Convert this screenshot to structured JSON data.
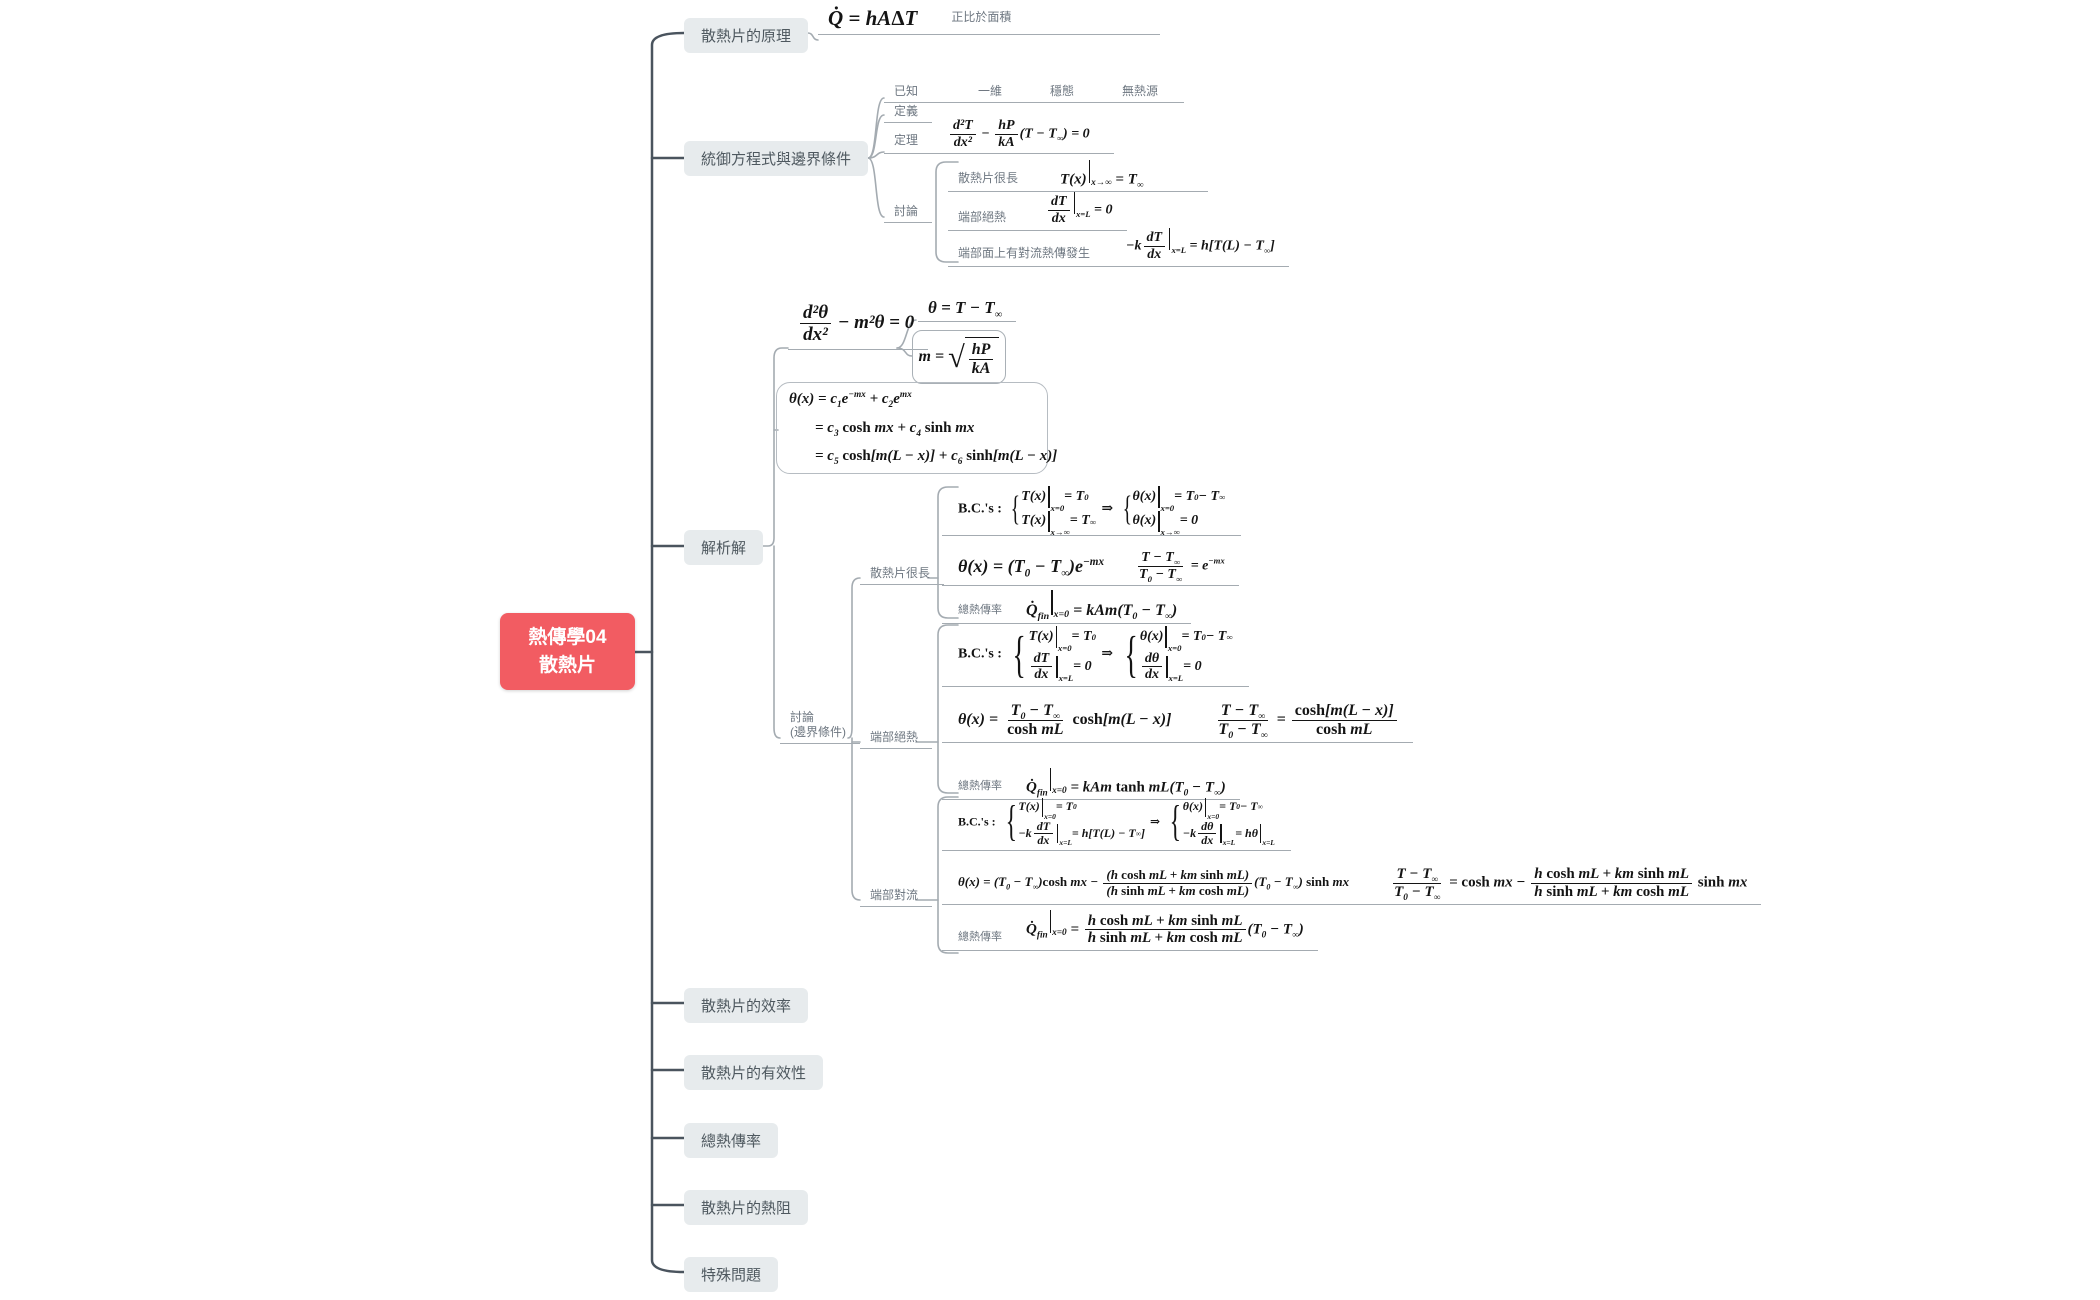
{
  "root": {
    "title_line1": "熱傳學04",
    "title_line2": "散熱片"
  },
  "colors": {
    "root_bg": "#f25c62",
    "topic_bg": "#e7ebed",
    "topic_text": "#4e585f",
    "trunk": "#4a545e",
    "sub_line": "#a4abb1",
    "sub_text": "#6e7781",
    "formula": "#141414"
  },
  "branches": {
    "principle": {
      "label": "散熱片的原理",
      "proportional": "正比於面積"
    },
    "governing": {
      "label": "統御方程式與邊界條件",
      "known": {
        "label": "已知",
        "items": [
          "一維",
          "穩態",
          "無熱源"
        ]
      },
      "definition": "定義",
      "theorem_label": "定理",
      "discussion_label": "討論",
      "cases": [
        "散熱片很長",
        "端部絕熱",
        "端部面上有對流熱傳發生"
      ]
    },
    "analytic": {
      "label": "解析解",
      "discussion_line1": "討論",
      "discussion_line2": "(邊界條件)",
      "case1": {
        "label": "散熱片很長",
        "rate_label": "總熱傳率"
      },
      "case2": {
        "label": "端部絕熱",
        "rate_label": "總熱傳率"
      },
      "case3": {
        "label": "端部對流",
        "rate_label": "總熱傳率"
      }
    },
    "efficiency": {
      "label": "散熱片的效率"
    },
    "effectiveness": {
      "label": "散熱片的有效性"
    },
    "total_rate": {
      "label": "總熱傳率"
    },
    "resistance": {
      "label": "散熱片的熱阻"
    },
    "special": {
      "label": "特殊問題"
    }
  },
  "formulas": {
    "q_principle": [
      "Q̇ = hA",
      {
        "u": "Δ"
      },
      "T"
    ],
    "theorem": [
      {
        "f": [
          [
            "d²T"
          ],
          [
            "dx²"
          ]
        ]
      },
      " − ",
      {
        "f": [
          [
            "hP"
          ],
          [
            "kA"
          ]
        ]
      },
      "(T − T",
      {
        "s": "∞"
      },
      ") = 0"
    ],
    "bc_long": [
      "T(x)",
      {
        "v": "x→∞"
      },
      " = T",
      {
        "s": "∞"
      }
    ],
    "bc_insulated": [
      {
        "f": [
          [
            "dT"
          ],
          [
            "dx"
          ]
        ]
      },
      {
        "v": "x=L"
      },
      " = 0"
    ],
    "bc_convection": [
      "−k",
      {
        "f": [
          [
            "dT"
          ],
          [
            "dx"
          ]
        ]
      },
      {
        "v": "x=L"
      },
      " = h[T(L) − T",
      {
        "s": "∞"
      },
      "]"
    ],
    "ode": [
      {
        "f": [
          [
            "d²θ"
          ],
          [
            "dx²"
          ]
        ]
      },
      " − m²θ = 0"
    ],
    "theta_def": [
      "θ = T − T",
      {
        "s": "∞"
      }
    ],
    "m_def": [
      "m = ",
      {
        "r": [
          {
            "f": [
              [
                "hP"
              ],
              [
                "kA"
              ]
            ]
          }
        ]
      }
    ],
    "general1": [
      "θ(x) = c",
      {
        "s": "1"
      },
      "e",
      {
        "p": "−mx"
      },
      " + c",
      {
        "s": "2"
      },
      "e",
      {
        "p": "mx"
      }
    ],
    "general2": [
      "= c",
      {
        "s": "3"
      },
      {
        "u": " cosh "
      },
      "mx + c",
      {
        "s": "4"
      },
      {
        "u": " sinh "
      },
      "mx"
    ],
    "general3": [
      "= c",
      {
        "s": "5"
      },
      {
        "u": " cosh"
      },
      "[m(L − x)] + c",
      {
        "s": "6"
      },
      {
        "u": " sinh"
      },
      "[m(L − x)]"
    ],
    "bcs_case1": [
      {
        "u": "B.C.'s : "
      },
      {
        "c": [
          [
            "T(x)",
            {
              "v": "x=0"
            },
            " = T",
            {
              "s": "0"
            }
          ],
          [
            "T(x)",
            {
              "v": "x→∞"
            },
            " = T",
            {
              "s": "∞"
            }
          ]
        ]
      },
      {
        "u": " ⇒ "
      },
      {
        "c": [
          [
            "θ(x)",
            {
              "v": "x=0"
            },
            " = T",
            {
              "s": "0"
            },
            " − T",
            {
              "s": "∞"
            }
          ],
          [
            "θ(x)",
            {
              "v": "x→∞"
            },
            " = 0"
          ]
        ]
      }
    ],
    "theta_case1": [
      "θ(x) = (T",
      {
        "s": "0"
      },
      " − T",
      {
        "s": "∞"
      },
      ")e",
      {
        "p": "−mx"
      }
    ],
    "ratio_case1": [
      {
        "f": [
          [
            "T − T",
            {
              "s": "∞"
            }
          ],
          [
            "T",
            {
              "s": "0"
            },
            " − T",
            {
              "s": "∞"
            }
          ]
        ]
      },
      " = e",
      {
        "p": "−mx"
      }
    ],
    "q_case1": [
      "Q̇",
      {
        "s": "fin"
      },
      {
        "v": "x=0"
      },
      " = kAm(T",
      {
        "s": "0"
      },
      " − T",
      {
        "s": "∞"
      },
      ")"
    ],
    "bcs_case2": [
      {
        "u": "B.C.'s : "
      },
      {
        "c": [
          [
            "T(x)",
            {
              "v": "x=0"
            },
            " = T",
            {
              "s": "0"
            }
          ],
          [
            {
              "f": [
                [
                  "dT"
                ],
                [
                  "dx"
                ]
              ]
            },
            {
              "v": "x=L"
            },
            " = 0"
          ]
        ]
      },
      {
        "u": " ⇒ "
      },
      {
        "c": [
          [
            "θ(x)",
            {
              "v": "x=0"
            },
            " = T",
            {
              "s": "0"
            },
            " − T",
            {
              "s": "∞"
            }
          ],
          [
            {
              "f": [
                [
                  "dθ"
                ],
                [
                  "dx"
                ]
              ]
            },
            {
              "v": "x=L"
            },
            " = 0"
          ]
        ]
      }
    ],
    "theta_case2": [
      "θ(x) = ",
      {
        "f": [
          [
            "T",
            {
              "s": "0"
            },
            " − T",
            {
              "s": "∞"
            }
          ],
          [
            {
              "u": "cosh "
            },
            "mL"
          ]
        ]
      },
      {
        "u": " cosh"
      },
      "[m(L − x)]"
    ],
    "ratio_case2": [
      {
        "f": [
          [
            "T − T",
            {
              "s": "∞"
            }
          ],
          [
            "T",
            {
              "s": "0"
            },
            " − T",
            {
              "s": "∞"
            }
          ]
        ]
      },
      " = ",
      {
        "f": [
          [
            {
              "u": "cosh"
            },
            "[m(L − x)]"
          ],
          [
            {
              "u": "cosh "
            },
            "mL"
          ]
        ]
      }
    ],
    "q_case2": [
      "Q̇",
      {
        "s": "fin"
      },
      {
        "v": "x=0"
      },
      " = kAm",
      {
        "u": " tanh "
      },
      "mL(T",
      {
        "s": "0"
      },
      " − T",
      {
        "s": "∞"
      },
      ")"
    ],
    "bcs_case3": [
      {
        "u": "B.C.'s : "
      },
      {
        "c": [
          [
            "T(x)",
            {
              "v": "x=0"
            },
            " = T",
            {
              "s": "0"
            }
          ],
          [
            "−k",
            {
              "f": [
                [
                  "dT"
                ],
                [
                  "dx"
                ]
              ]
            },
            {
              "v": "x=L"
            },
            " = h[T(L) − T",
            {
              "s": "∞"
            },
            "]"
          ]
        ]
      },
      {
        "u": " ⇒ "
      },
      {
        "c": [
          [
            "θ(x)",
            {
              "v": "x=0"
            },
            " = T",
            {
              "s": "0"
            },
            " − T",
            {
              "s": "∞"
            }
          ],
          [
            "−k",
            {
              "f": [
                [
                  "dθ"
                ],
                [
                  "dx"
                ]
              ]
            },
            {
              "v": "x=L"
            },
            " = hθ",
            {
              "v": "x=L"
            }
          ]
        ]
      }
    ],
    "theta_case3": [
      "θ(x) = (T",
      {
        "s": "0"
      },
      " − T",
      {
        "s": "∞"
      },
      ")",
      {
        "u": "cosh "
      },
      "mx − ",
      {
        "f": [
          [
            "(h",
            {
              "u": " cosh "
            },
            "mL + km",
            {
              "u": " sinh "
            },
            "mL)"
          ],
          [
            "(h",
            {
              "u": " sinh "
            },
            "mL + km",
            {
              "u": " cosh "
            },
            "mL)"
          ]
        ]
      },
      "(T",
      {
        "s": "0"
      },
      " − T",
      {
        "s": "∞"
      },
      ")",
      {
        "u": " sinh "
      },
      "mx"
    ],
    "ratio_case3": [
      {
        "f": [
          [
            "T − T",
            {
              "s": "∞"
            }
          ],
          [
            "T",
            {
              "s": "0"
            },
            " − T",
            {
              "s": "∞"
            }
          ]
        ]
      },
      " = ",
      {
        "u": "cosh "
      },
      "mx − ",
      {
        "f": [
          [
            "h",
            {
              "u": " cosh "
            },
            "mL + km",
            {
              "u": " sinh "
            },
            "mL"
          ],
          [
            "h",
            {
              "u": " sinh "
            },
            "mL + km",
            {
              "u": " cosh "
            },
            "mL"
          ]
        ]
      },
      {
        "u": " sinh "
      },
      "mx"
    ],
    "q_case3": [
      "Q̇",
      {
        "s": "fin"
      },
      {
        "v": "x=0"
      },
      " = ",
      {
        "f": [
          [
            "h",
            {
              "u": " cosh "
            },
            "mL + km",
            {
              "u": " sinh "
            },
            "mL"
          ],
          [
            "h",
            {
              "u": " sinh "
            },
            "mL + km",
            {
              "u": " cosh "
            },
            "mL"
          ]
        ]
      },
      "(T",
      {
        "s": "0"
      },
      " − T",
      {
        "s": "∞"
      },
      ")"
    ]
  }
}
